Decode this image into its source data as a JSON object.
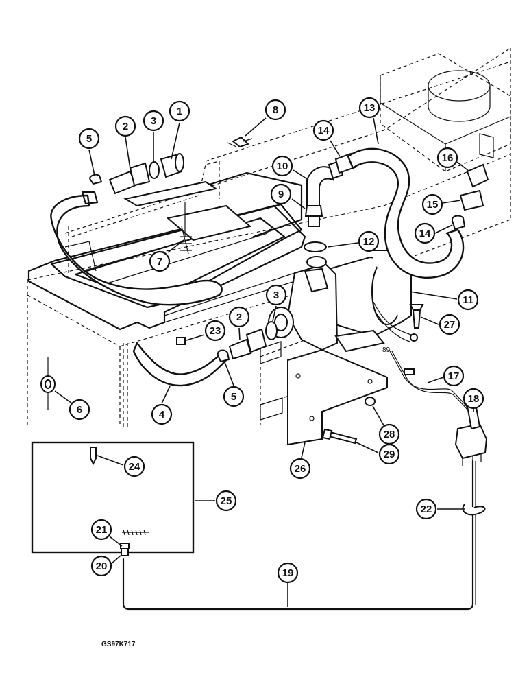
{
  "drawing_code": "GS97K717",
  "wire_marking": "89",
  "callouts": [
    {
      "id": "c1",
      "label": "1"
    },
    {
      "id": "c2a",
      "label": "2"
    },
    {
      "id": "c2b",
      "label": "2"
    },
    {
      "id": "c3a",
      "label": "3"
    },
    {
      "id": "c3b",
      "label": "3"
    },
    {
      "id": "c4",
      "label": "4"
    },
    {
      "id": "c5a",
      "label": "5"
    },
    {
      "id": "c5b",
      "label": "5"
    },
    {
      "id": "c6",
      "label": "6"
    },
    {
      "id": "c7",
      "label": "7"
    },
    {
      "id": "c8",
      "label": "8"
    },
    {
      "id": "c9",
      "label": "9"
    },
    {
      "id": "c10",
      "label": "10"
    },
    {
      "id": "c11",
      "label": "11"
    },
    {
      "id": "c12",
      "label": "12"
    },
    {
      "id": "c13",
      "label": "13"
    },
    {
      "id": "c14a",
      "label": "14"
    },
    {
      "id": "c14b",
      "label": "14"
    },
    {
      "id": "c15",
      "label": "15"
    },
    {
      "id": "c16",
      "label": "16"
    },
    {
      "id": "c17",
      "label": "17"
    },
    {
      "id": "c18",
      "label": "18"
    },
    {
      "id": "c19",
      "label": "19"
    },
    {
      "id": "c20",
      "label": "20"
    },
    {
      "id": "c21",
      "label": "21"
    },
    {
      "id": "c22",
      "label": "22"
    },
    {
      "id": "c23",
      "label": "23"
    },
    {
      "id": "c24",
      "label": "24"
    },
    {
      "id": "c25",
      "label": "25"
    },
    {
      "id": "c26",
      "label": "26"
    },
    {
      "id": "c27",
      "label": "27"
    },
    {
      "id": "c28",
      "label": "28"
    },
    {
      "id": "c29",
      "label": "29"
    }
  ]
}
